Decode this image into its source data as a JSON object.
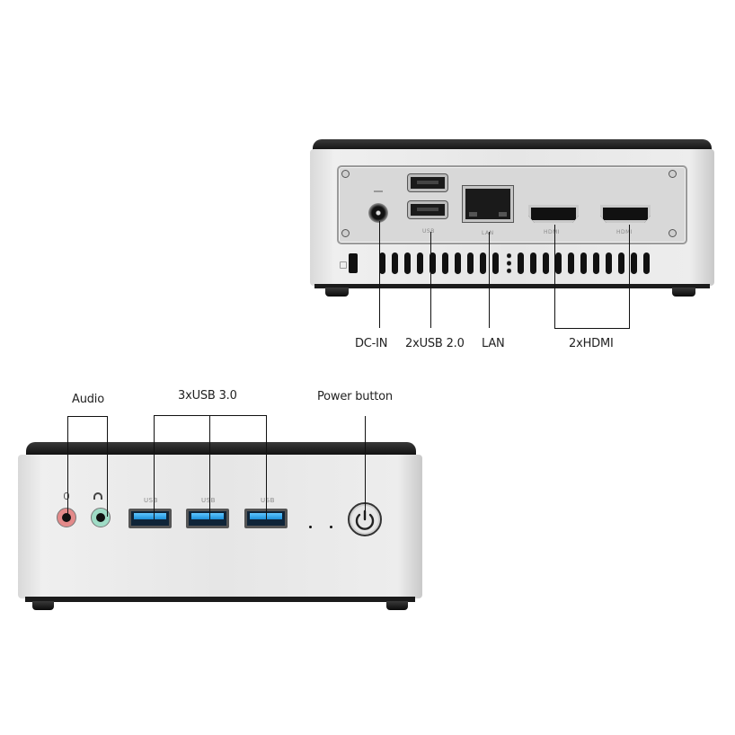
{
  "rear_view": {
    "callouts": [
      {
        "id": "dc-in",
        "label": "DC-IN"
      },
      {
        "id": "usb2",
        "label": "2xUSB 2.0"
      },
      {
        "id": "lan",
        "label": "LAN"
      },
      {
        "id": "hdmi",
        "label": "2xHDMI"
      }
    ],
    "port_labels": {
      "usb": "USB",
      "lan": "LAN",
      "hdmi1": "HDMI",
      "hdmi2": "HDMI"
    }
  },
  "front_view": {
    "callouts": [
      {
        "id": "audio",
        "label": "Audio"
      },
      {
        "id": "usb3",
        "label": "3xUSB 3.0"
      },
      {
        "id": "power",
        "label": "Power button"
      }
    ],
    "port_labels": {
      "usb_a": "USB",
      "usb_b": "USB",
      "usb_c": "USB"
    },
    "colors": {
      "mic_jack": "#e38a8a",
      "headphone_jack": "#9fdcc6",
      "usb3_blue": "#3aaef0"
    }
  }
}
